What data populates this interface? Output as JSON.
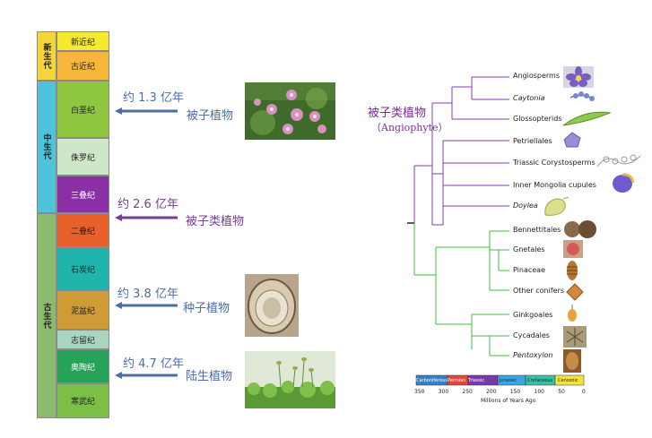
{
  "geologic_column": {
    "eras": [
      {
        "name": "新生代",
        "color": "#f5d53a"
      },
      {
        "name": "中生代",
        "color": "#4fc3da"
      },
      {
        "name": "古生代",
        "color": "#8dbb6e"
      }
    ],
    "periods": [
      {
        "name": "新近纪",
        "color": "#f7e92e"
      },
      {
        "name": "古近纪",
        "color": "#f7b73a"
      },
      {
        "name": "白垩纪",
        "color": "#8fc63f"
      },
      {
        "name": "侏罗纪",
        "color": "#cfe7c9"
      },
      {
        "name": "三叠纪",
        "color": "#8b2fa6"
      },
      {
        "name": "二叠纪",
        "color": "#e8602a"
      },
      {
        "name": "石炭纪",
        "color": "#1fb5ad"
      },
      {
        "name": "泥盆纪",
        "color": "#cf9b35"
      },
      {
        "name": "志留纪",
        "color": "#a9d6c0"
      },
      {
        "name": "奥陶纪",
        "color": "#27a259"
      },
      {
        "name": "寒武纪",
        "color": "#7cbf45"
      }
    ]
  },
  "events": [
    {
      "time": "约 1.3 亿年",
      "plant": "被子植物",
      "color": "#4a6fa5"
    },
    {
      "time": "约 2.6 亿年",
      "plant": "被子类植物",
      "color": "#7a3a9a"
    },
    {
      "time": "约 3.8 亿年",
      "plant": "种子植物",
      "color": "#4a6fa5"
    },
    {
      "time": "约 4.7 亿年",
      "plant": "陆生植物",
      "color": "#4a6fa5"
    }
  ],
  "tree": {
    "clade_title": "被子类植物",
    "clade_subtitle": "（Angiophyte）",
    "angiophyte_color": "#8a3ab9",
    "other_color": "#3ac23a",
    "taxa_angiophyte": [
      "Angiosperms",
      "Caytonia",
      "Glossopterids",
      "Petriellales",
      "Triassic Corystosperms",
      "Inner Mongolia cupules",
      "Doylea"
    ],
    "taxa_other": [
      "Bennettitales",
      "Gnetales",
      "Pinaceae",
      "Other conifers",
      "Ginkgoales",
      "Cycadales",
      "Pentoxylon"
    ],
    "italic_taxa": [
      "Caytonia",
      "Doylea",
      "Pentoxylon"
    ]
  },
  "timescale": {
    "periods": [
      "Carboniferous",
      "Permian",
      "Triassic",
      "Jurassic",
      "Cretaceous",
      "Cenozoic"
    ],
    "colors": [
      "#3a7fbf",
      "#e0483a",
      "#7a3aa6",
      "#3aa6e0",
      "#3abfa6",
      "#f2e43a"
    ],
    "ticks": [
      "350",
      "300",
      "250",
      "200",
      "150",
      "100",
      "50",
      "0"
    ],
    "axis_label": "Millions of Years Ago"
  }
}
